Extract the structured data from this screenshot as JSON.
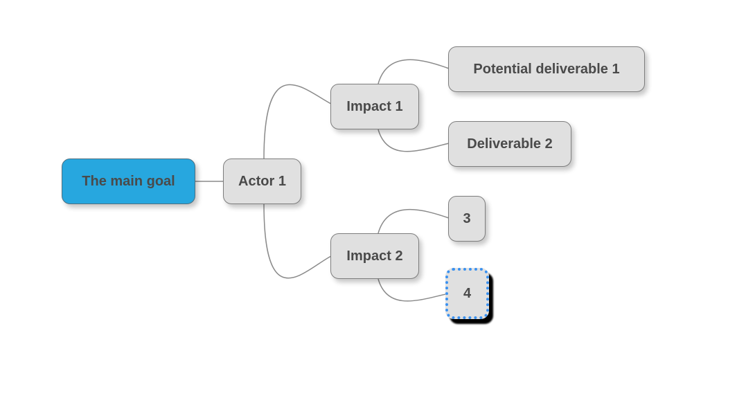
{
  "colors": {
    "root_fill": "#27a7df",
    "node_fill": "#e0e0e0",
    "node_border": "#7d7d7d",
    "text": "#4a4a4a",
    "connector": "#8a8a8a",
    "selection": "#3a91f0"
  },
  "map": {
    "root": {
      "label": "The main goal"
    },
    "actor": {
      "label": "Actor 1"
    },
    "impacts": [
      {
        "label": "Impact 1",
        "deliverables": [
          {
            "label": "Potential deliverable 1"
          },
          {
            "label": "Deliverable 2"
          }
        ]
      },
      {
        "label": "Impact 2",
        "deliverables": [
          {
            "label": "3"
          },
          {
            "label": "4",
            "selected": true
          }
        ]
      }
    ]
  }
}
